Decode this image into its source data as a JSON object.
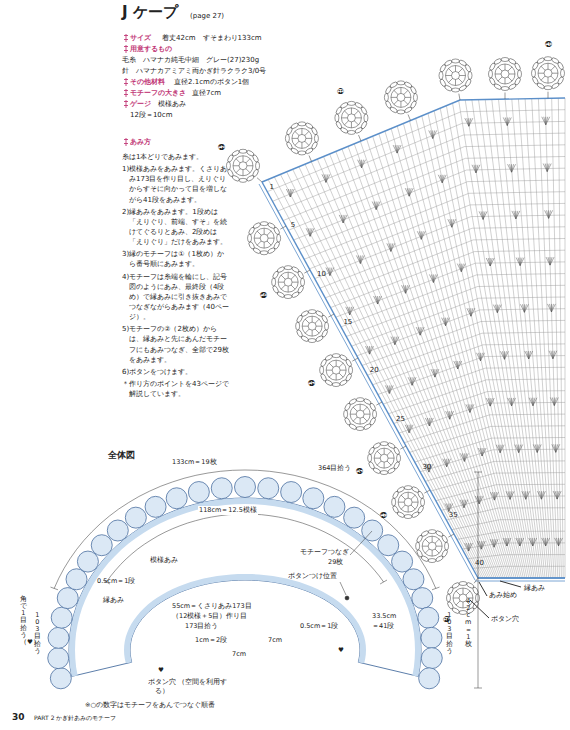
{
  "diagram": {
    "title": "J ケープ",
    "labels": [
      "(page 27)",
      "サイズ",
      "着丈42cm　すそまわり133cm",
      "用意するもの",
      "毛糸　ハマナカ純毛中細　グレー(27)230g",
      "針　ハマナカアミアミ両かぎ針ラクラク3/0号",
      "その他材料",
      "直径2.1cmのボタン1個",
      "モチーフの大きさ",
      "直径7cm",
      "ゲージ",
      "模様あみ",
      "12段＝10cm",
      "あみ方",
      "糸は1本どりであみます。",
      "1)模様あみをあみます。くさりあみ173目を作り目し、えりぐりからすそに向かって目を増しながら41段をあみます。",
      "2)縁あみをあみます。1段めは「えりぐり、前端、すそ」を続けてぐるりとあみ、2段めは「えりぐり」だけをあみます。",
      "3)縁のモチーフは①（1枚め）から番号順にあみます。",
      "4)モチーフは糸端を輪にし、記号図のようにあみ、最終段（4段め）で縁あみに引き抜きあみでつなぎながらあみます（40ページ）。",
      "5)モチーフの②（2枚め）からは、縁あみと先にあんだモチーフにもあみつなぎ、全部で29枚をあみます。",
      "6)ボタンをつけます。",
      "＊作り方のポイントを43ページで解説しています。",
      "㉑",
      "㉒",
      "㉓",
      "㉔",
      "㉕",
      "㉖",
      "㉗",
      "㉘",
      "1",
      "5",
      "10",
      "15",
      "20",
      "25",
      "30",
      "35",
      "40",
      "縁あみ",
      "あみ始め",
      "ボタン穴",
      "全体図",
      "133cm＝19枚",
      "364目拾う",
      "118cm＝12.5模様",
      "模様あみ",
      "0.5cm＝1段",
      "縁あみ",
      "モチーフつなぎ",
      "29枚",
      "ボタンつけ位置",
      "0.5cm＝1段",
      "33.5cm",
      "＝41段",
      "55cm＝くさりあみ173目",
      "（12模様＋5目）作り目",
      "173目拾う",
      "1cm＝2段",
      "7cm",
      "7cm",
      "♥",
      "♥",
      "ボタン穴 （空間を利用する）",
      "角で1目拾う（♥）",
      "103目拾う",
      "103目拾う",
      "42cm＝1枚",
      "※○の数字はモチーフをあんでつなぐ順番",
      "30",
      "PART 2 かぎ針あみのモチーフ"
    ]
  }
}
